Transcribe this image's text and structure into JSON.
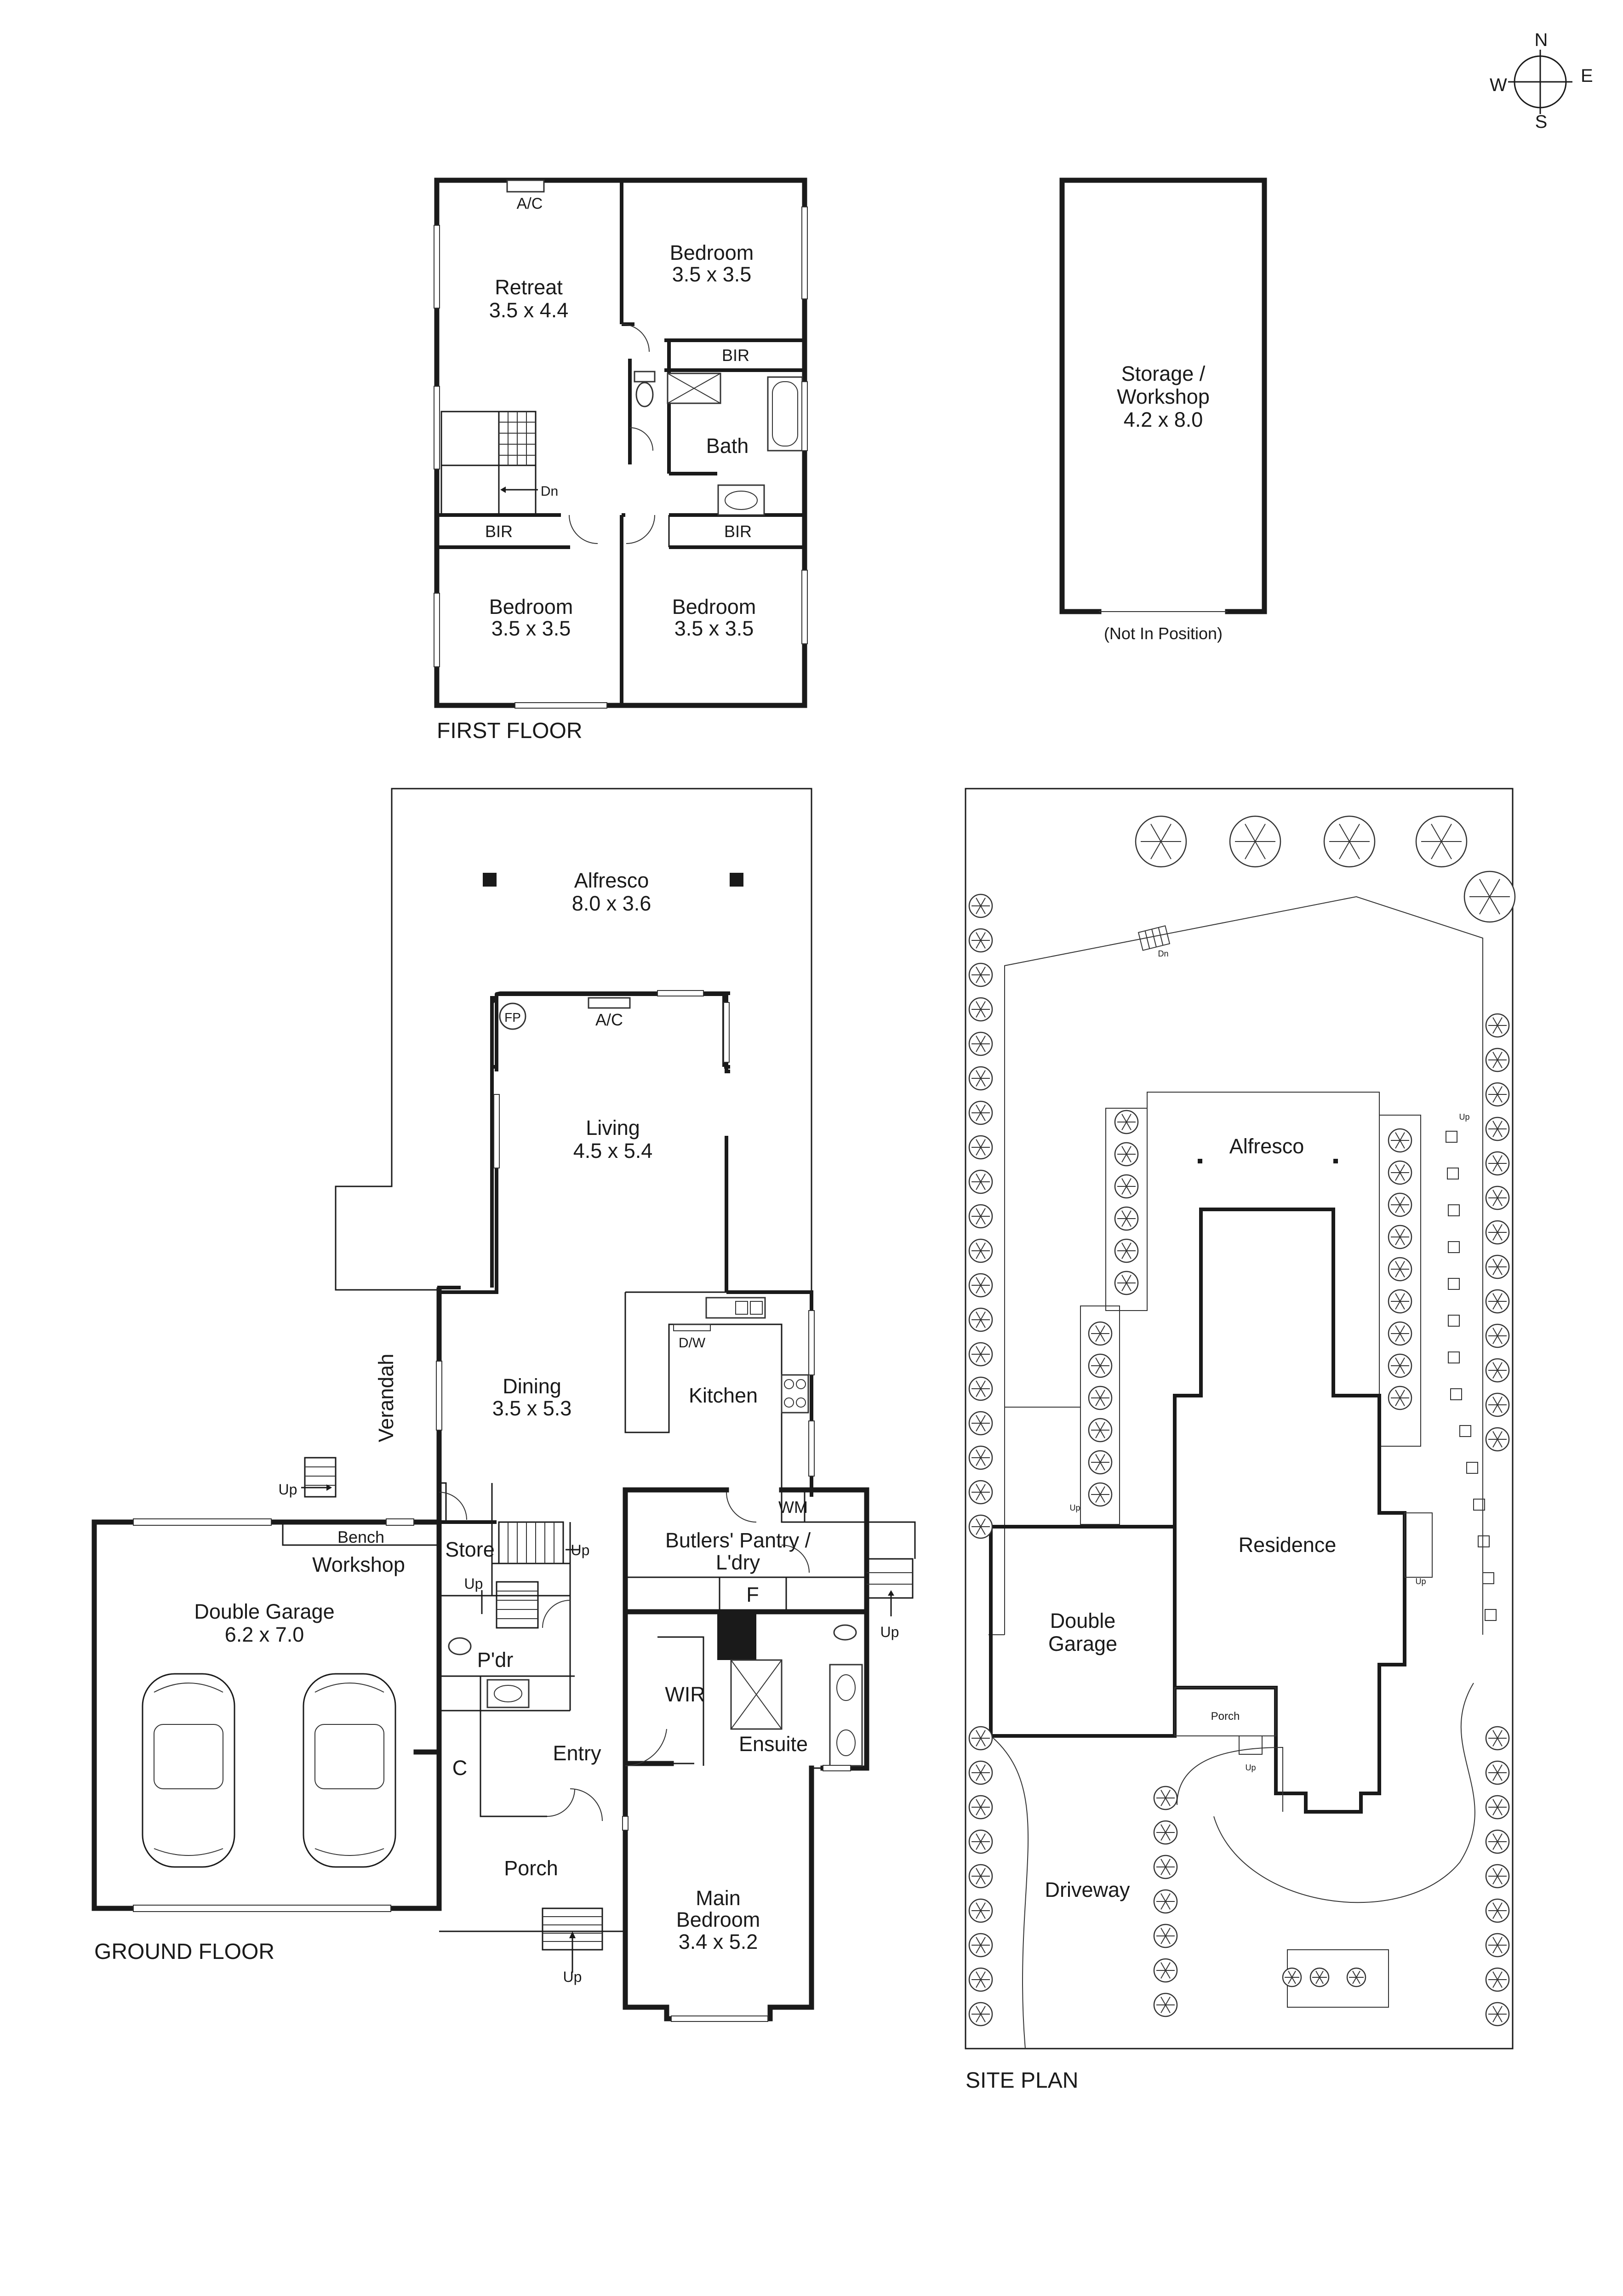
{
  "compass": {
    "n": "N",
    "e": "E",
    "s": "S",
    "w": "W"
  },
  "plans": {
    "first_floor": "FIRST FLOOR",
    "ground_floor": "GROUND FLOOR",
    "site_plan": "SITE PLAN",
    "storage_note": "(Not In Position)"
  },
  "first_floor": {
    "ac": "A/C",
    "retreat": {
      "name": "Retreat",
      "size": "3.5 x 4.4"
    },
    "bedroom_ne": {
      "name": "Bedroom",
      "size": "3.5 x 3.5"
    },
    "bir_ne": "BIR",
    "bath": "Bath",
    "dn": "Dn",
    "bir_w": "BIR",
    "bir_e": "BIR",
    "bedroom_sw": {
      "name": "Bedroom",
      "size": "3.5 x 3.5"
    },
    "bedroom_se": {
      "name": "Bedroom",
      "size": "3.5 x 3.5"
    }
  },
  "storage": {
    "line1": "Storage /",
    "line2": "Workshop",
    "size": "4.2 x 8.0"
  },
  "ground_floor": {
    "alfresco": {
      "name": "Alfresco",
      "size": "8.0 x 3.6"
    },
    "fp": "FP",
    "ac": "A/C",
    "living": {
      "name": "Living",
      "size": "4.5 x 5.4"
    },
    "verandah": "Verandah",
    "dining": {
      "name": "Dining",
      "size": "3.5 x 5.3"
    },
    "dw": "D/W",
    "kitchen": "Kitchen",
    "wm": "WM",
    "pantry_l1": "Butlers' Pantry /",
    "pantry_l2": "L'dry",
    "f": "F",
    "up_verandah": "Up",
    "bench": "Bench",
    "workshop": "Workshop",
    "store": "Store",
    "up_store": "Up",
    "up_stair": "Up",
    "up_side": "Up",
    "garage": {
      "name": "Double Garage",
      "size": "6.2 x 7.0"
    },
    "pdr": "P'dr",
    "wir": "WIR",
    "ensuite": "Ensuite",
    "c": "C",
    "entry": "Entry",
    "porch": "Porch",
    "up_porch": "Up",
    "main_bedroom": {
      "line1": "Main",
      "line2": "Bedroom",
      "size": "3.4 x 5.2"
    }
  },
  "site": {
    "dn": "Dn",
    "alfresco": "Alfresco",
    "up_right": "Up",
    "up_left": "Up",
    "up_side": "Up",
    "residence": "Residence",
    "garage_l1": "Double",
    "garage_l2": "Garage",
    "porch": "Porch",
    "up_porch": "Up",
    "driveway": "Driveway"
  }
}
